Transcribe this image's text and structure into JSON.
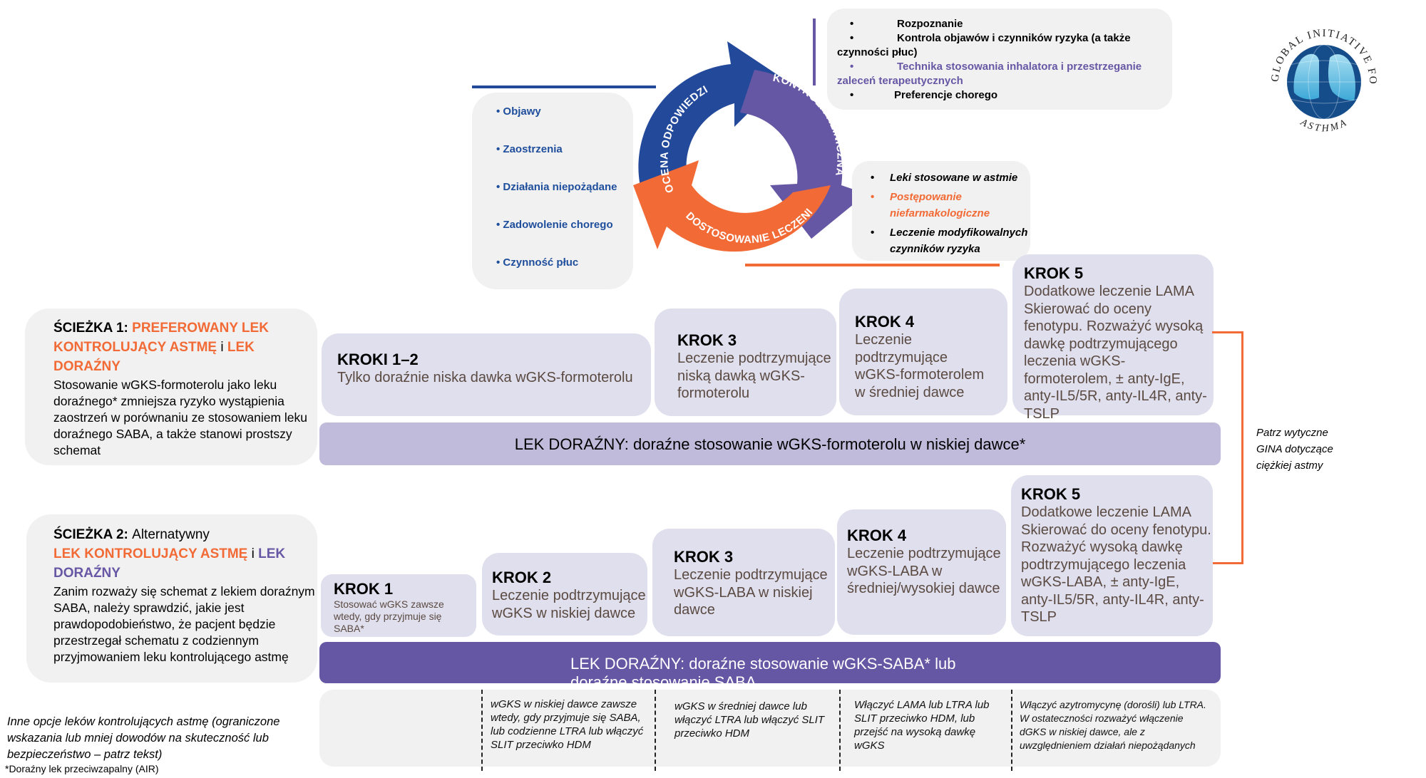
{
  "cycle": {
    "segments": [
      {
        "label": "OCENA ODPOWIEDZI",
        "color": "#23499b"
      },
      {
        "label": "KONTROLA KLINICZNA",
        "color": "#6657a5"
      },
      {
        "label": "DOSTOSOWANIE LECZENIA",
        "color": "#f26a35"
      }
    ],
    "review_items": [
      "Objawy",
      "Zaostrzenia",
      "Działania niepożądane",
      "Zadowolenie chorego",
      "Czynność płuc"
    ],
    "assess_items": [
      {
        "bullet": "•",
        "text": "Rozpoznanie",
        "cont": "",
        "color": "#000000"
      },
      {
        "bullet": "•",
        "text": "Kontrola objawów i czynników ryzyka (a także",
        "cont": "czynności płuc)",
        "color": "#000000"
      },
      {
        "bullet": "•",
        "text": "Technika stosowania inhalatora i przestrzeganie",
        "cont": "zaleceń terapeutycznych",
        "color": "#6757a5"
      },
      {
        "bullet": "•",
        "text": "Preferencje chorego",
        "cont": "",
        "color": "#000000"
      }
    ],
    "adjust_items": [
      {
        "bullet": "•",
        "text": "Leki stosowane w astmie",
        "color": "#000000"
      },
      {
        "bullet": "•",
        "text": "Postępowanie niefarmakologiczne",
        "color": "#f26a35"
      },
      {
        "bullet": "•",
        "text": "Leczenie modyfikowalnych czynników ryzyka",
        "color": "#000000"
      }
    ]
  },
  "logo": {
    "top_text": "GLOBAL INITIATIVE FOR",
    "bottom_text": "ASTHMA",
    "reg": "®"
  },
  "track1": {
    "heading_prefix": "ŚCIEŻKA 1: ",
    "heading_orange1": "PREFEROWANY LEK KONTROLUJĄCY ASTMĘ",
    "heading_and": " i ",
    "heading_orange2": "LEK DORAŹNY",
    "description": "Stosowanie wGKS-formoterolu jako leku doraźnego* zmniejsza ryzyko wystąpienia zaostrzeń w porównaniu ze stosowaniem leku doraźnego SABA, a także stanowi prostszy schemat",
    "steps": [
      {
        "title": "KROKI 1–2",
        "body": "Tylko doraźnie niska dawka wGKS-formoterolu"
      },
      {
        "title": "KROK 3",
        "body": "Leczenie podtrzymujące niską dawką wGKS-formoterolu"
      },
      {
        "title": "KROK 4",
        "body": "Leczenie podtrzymujące wGKS-formoterolem w średniej dawce"
      },
      {
        "title": "KROK 5",
        "body": "Dodatkowe leczenie LAMA Skierować do oceny fenotypu. Rozważyć wysoką dawkę podtrzymującego leczenia wGKS-formoterolem, ± anty-IgE, anty-IL5/5R, anty-IL4R, anty-TSLP"
      }
    ],
    "reliever": "LEK DORAŹNY: doraźne stosowanie wGKS-formoterolu w niskiej dawce*"
  },
  "track2": {
    "heading_prefix": "ŚCIEŻKA 2: ",
    "heading_plain": "Alternatywny",
    "heading_orange": "LEK KONTROLUJĄCY ASTMĘ",
    "heading_and": " i ",
    "heading_purple": "LEK DORAŹNY",
    "description": "Zanim rozważy się schemat z lekiem doraźnym SABA, należy sprawdzić, jakie jest prawdopodobieństwo, że pacjent będzie przestrzegał schematu z codziennym przyjmowaniem leku kontrolującego astmę",
    "steps": [
      {
        "title": "KROK 1",
        "body": "Stosować wGKS zawsze wtedy, gdy przyjmuje się SABA*"
      },
      {
        "title": "KROK 2",
        "body": "Leczenie podtrzymujące wGKS w niskiej dawce"
      },
      {
        "title": "KROK 3",
        "body": "Leczenie podtrzymujące wGKS-LABA w niskiej dawce"
      },
      {
        "title": "KROK 4",
        "body": "Leczenie podtrzymujące wGKS-LABA w średniej/wysokiej dawce"
      },
      {
        "title": "KROK 5",
        "body": "Dodatkowe leczenie LAMA Skierować do oceny fenotypu. Rozważyć wysoką dawkę podtrzymującego leczenia wGKS-LABA, ± anty-IgE, anty-IL5/5R, anty-IL4R, anty-TSLP"
      }
    ],
    "reliever": "LEK DORAŹNY: doraźne stosowanie wGKS-SABA* lub doraźne stosowanie SABA"
  },
  "severe_note": "Patrz wytyczne GINA dotyczące ciężkiej astmy",
  "other_options": {
    "label": "Inne opcje leków kontrolujących astmę (ograniczone wskazania lub mniej dowodów na skuteczność lub bezpieczeństwo – patrz tekst)",
    "cells": [
      "",
      "wGKS w niskiej dawce zawsze wtedy, gdy przyjmuje się SABA, lub codzienne LTRA lub włączyć SLIT przeciwko HDM",
      "wGKS w średniej dawce lub włączyć LTRA lub włączyć SLIT przeciwko HDM",
      "Włączyć LAMA lub LTRA lub SLIT przeciwko HDM, lub przejść na wysoką dawkę wGKS",
      "Włączyć azytromycynę (dorośli) lub LTRA. W ostateczności rozważyć włączenie dGKS w niskiej dawce, ale z uwzględnieniem działań niepożądanych"
    ]
  },
  "footnote": "*Doraźny lek przeciwzapalny (AIR)",
  "colors": {
    "blue": "#23499b",
    "purple": "#6657a5",
    "orange": "#f26a35",
    "step_bg": "#e0dfed",
    "bar1_bg": "#c0bbdb",
    "bar2_bg": "#6657a5",
    "panel_bg": "#f1f1f1"
  }
}
